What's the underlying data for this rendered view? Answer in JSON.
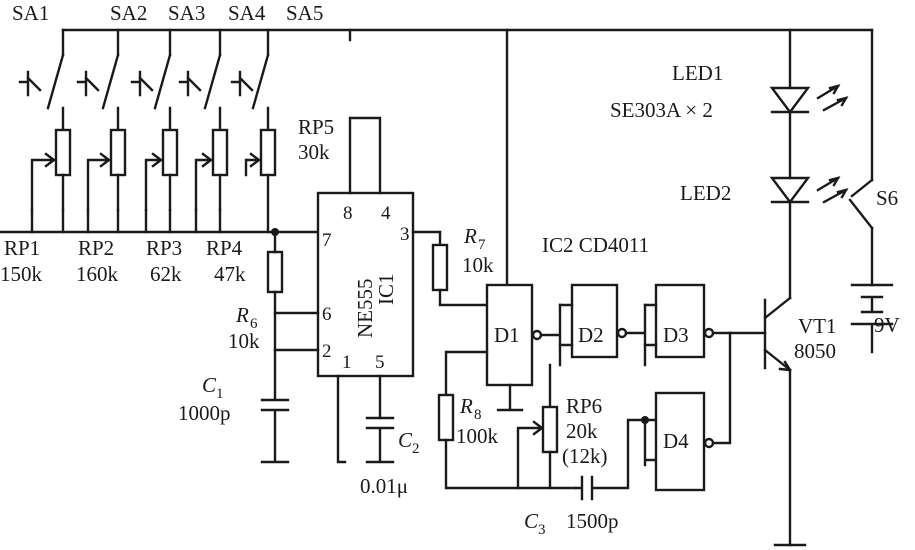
{
  "switches": [
    "SA1",
    "SA2",
    "SA3",
    "SA4",
    "SA5"
  ],
  "s6": "S6",
  "pots": [
    {
      "name": "RP1",
      "value": "150k"
    },
    {
      "name": "RP2",
      "value": "160k"
    },
    {
      "name": "RP3",
      "value": "62k"
    },
    {
      "name": "RP4",
      "value": "47k"
    }
  ],
  "rp5": {
    "name": "RP5",
    "value": "30k"
  },
  "r6": {
    "sym": "R",
    "sub": "6",
    "value": "10k"
  },
  "r7": {
    "sym": "R",
    "sub": "7",
    "value": "10k"
  },
  "r8": {
    "sym": "R",
    "sub": "8",
    "value": "100k"
  },
  "rp6": {
    "name": "RP6",
    "value": "20k",
    "alt": "(12k)"
  },
  "c1": {
    "sym": "C",
    "sub": "1",
    "value": "1000p"
  },
  "c2": {
    "sym": "C",
    "sub": "2",
    "value": "0.01μ"
  },
  "c3": {
    "sym": "C",
    "sub": "3",
    "value": "1500p"
  },
  "ic1": {
    "part": "NE555",
    "ref": "IC1",
    "pins": {
      "p8": "8",
      "p4": "4",
      "p3": "3",
      "p7": "7",
      "p6": "6",
      "p2": "2",
      "p1": "1",
      "p5": "5"
    }
  },
  "ic2": {
    "label": "IC2 CD4011"
  },
  "gates": [
    "D1",
    "D2",
    "D3",
    "D4"
  ],
  "led1": {
    "name": "LED1",
    "part": "SE303A × 2"
  },
  "led2": {
    "name": "LED2"
  },
  "vt1": {
    "name": "VT1",
    "part": "8050"
  },
  "battery": {
    "value": "9V"
  }
}
